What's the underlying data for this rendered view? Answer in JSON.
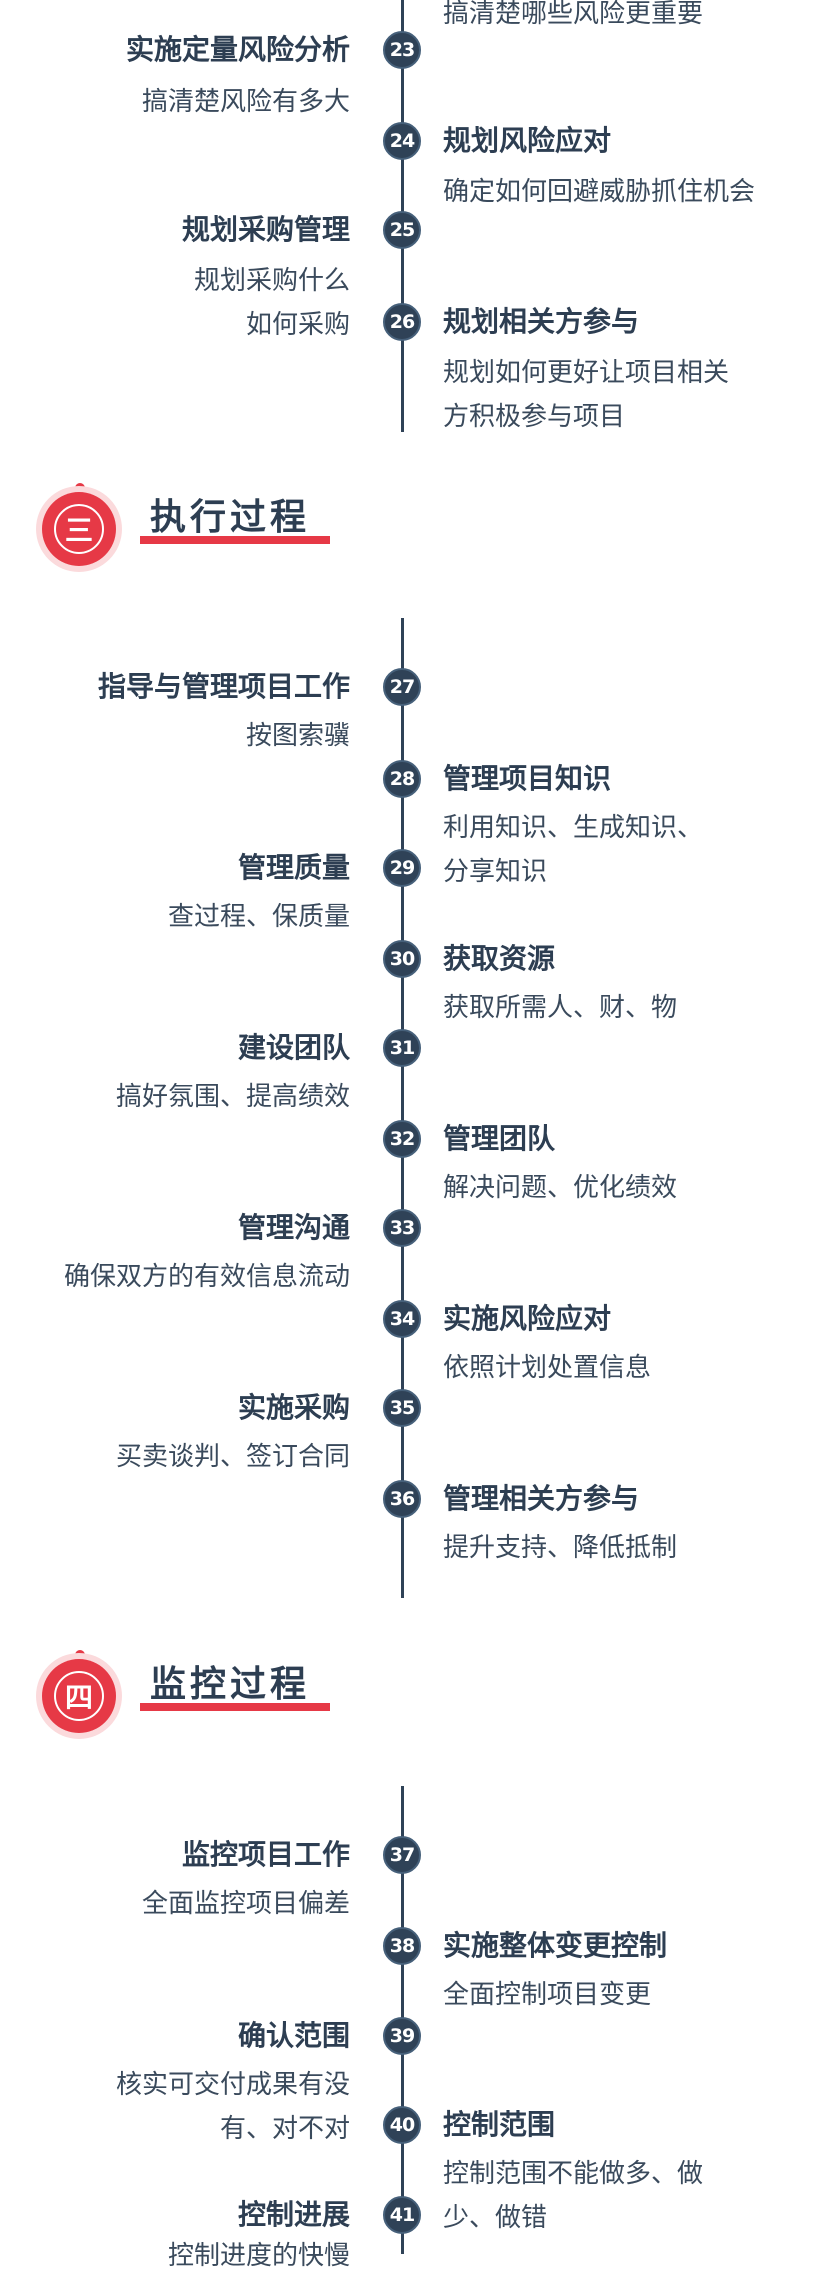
{
  "sections": {
    "three": {
      "badge": "三",
      "title": "执行过程"
    },
    "four": {
      "badge": "四",
      "title": "监控过程"
    }
  },
  "items": {
    "top_desc": "搞清楚哪些风险更重要",
    "n23": {
      "num": "23",
      "title": "实施定量风险分析",
      "desc": "搞清楚风险有多大"
    },
    "n24": {
      "num": "24",
      "title": "规划风险应对",
      "desc": "确定如何回避威胁抓住机会"
    },
    "n25": {
      "num": "25",
      "title": "规划采购管理",
      "desc": "规划采购什么\n如何采购"
    },
    "n26": {
      "num": "26",
      "title": "规划相关方参与",
      "desc": "规划如何更好让项目相关\n方积极参与项目"
    },
    "n27": {
      "num": "27",
      "title": "指导与管理项目工作",
      "desc": "按图索骥"
    },
    "n28": {
      "num": "28",
      "title": "管理项目知识",
      "desc": "利用知识、生成知识、\n分享知识"
    },
    "n29": {
      "num": "29",
      "title": "管理质量",
      "desc": "查过程、保质量"
    },
    "n30": {
      "num": "30",
      "title": "获取资源",
      "desc": "获取所需人、财、物"
    },
    "n31": {
      "num": "31",
      "title": "建设团队",
      "desc": "搞好氛围、提高绩效"
    },
    "n32": {
      "num": "32",
      "title": "管理团队",
      "desc": "解决问题、优化绩效"
    },
    "n33": {
      "num": "33",
      "title": "管理沟通",
      "desc": "确保双方的有效信息流动"
    },
    "n34": {
      "num": "34",
      "title": "实施风险应对",
      "desc": "依照计划处置信息"
    },
    "n35": {
      "num": "35",
      "title": "实施采购",
      "desc": "买卖谈判、签订合同"
    },
    "n36": {
      "num": "36",
      "title": "管理相关方参与",
      "desc": "提升支持、降低抵制"
    },
    "n37": {
      "num": "37",
      "title": "监控项目工作",
      "desc": "全面监控项目偏差"
    },
    "n38": {
      "num": "38",
      "title": "实施整体变更控制",
      "desc": "全面控制项目变更"
    },
    "n39": {
      "num": "39",
      "title": "确认范围",
      "desc": "核实可交付成果有没\n有、对不对"
    },
    "n40": {
      "num": "40",
      "title": "控制范围",
      "desc": "控制范围不能做多、做\n少、做错"
    },
    "n41": {
      "num": "41",
      "title": "控制进展",
      "desc": "控制进度的快慢"
    }
  },
  "colors": {
    "navy": "#2f4257",
    "accent": "#e63946",
    "text": "#2d3e52"
  }
}
